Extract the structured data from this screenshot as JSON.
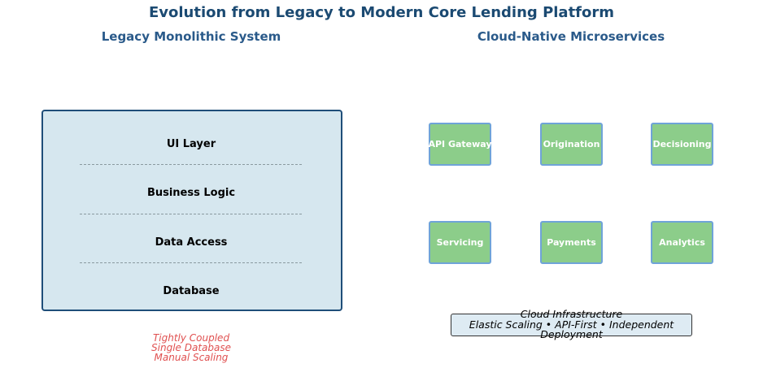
{
  "title": "Evolution from Legacy to Modern Core Lending Platform",
  "legacy": {
    "heading": "Legacy Monolithic System",
    "layers": [
      "UI Layer",
      "Business Logic",
      "Data Access",
      "Database"
    ],
    "notes": [
      "Tightly Coupled",
      "Single Database",
      "Manual Scaling"
    ]
  },
  "modern": {
    "heading": "Cloud-Native Microservices",
    "services": [
      "API Gateway",
      "Origination",
      "Decisioning",
      "Servicing",
      "Payments",
      "Analytics"
    ],
    "infrastructure": {
      "title": "Cloud Infrastructure",
      "features": "Elastic Scaling • API-First • Independent Deployment"
    }
  },
  "colors": {
    "title": "#1b4a72",
    "monolith_fill": "#d6e7ef",
    "service_fill": "#8ccd8a",
    "notes": "#e05050"
  }
}
